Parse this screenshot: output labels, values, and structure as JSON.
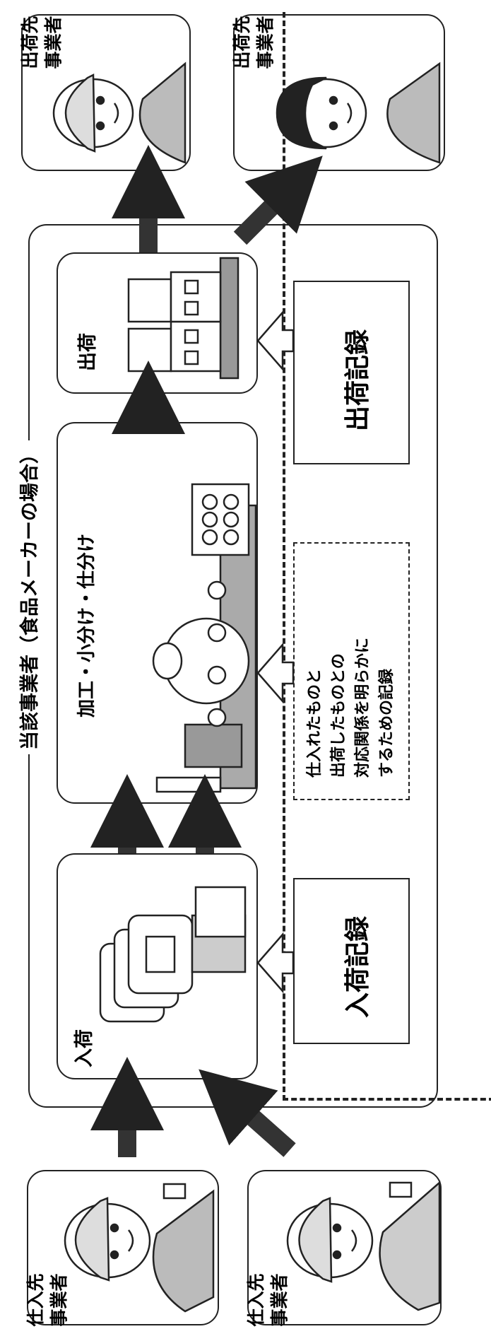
{
  "title": "当該事業者（食品メーカーの場合）",
  "suppliers": [
    {
      "label_line1": "仕入先",
      "label_line2": "事業者"
    },
    {
      "label_line1": "仕入先",
      "label_line2": "事業者"
    }
  ],
  "customers": [
    {
      "label_line1": "出荷先",
      "label_line2": "事業者"
    },
    {
      "label_line1": "出荷先",
      "label_line2": "事業者"
    }
  ],
  "stages": {
    "receiving": "入荷",
    "processing": "加工・小分け・仕分け",
    "shipping": "出荷"
  },
  "records": {
    "receiving_record": "入荷記録",
    "shipping_record": "出荷記録",
    "correspondence_lines": [
      "仕入れたものと",
      "出荷したものとの",
      "対応関係を明らかに",
      "するための記録"
    ]
  }
}
